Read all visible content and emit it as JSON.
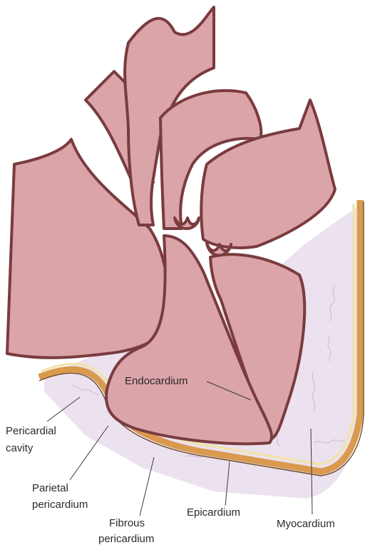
{
  "labels": {
    "endocardium": "Endocardium",
    "pericardial_cavity_line1": "Pericardial",
    "pericardial_cavity_line2": "cavity",
    "parietal_pericardium_line1": "Parietal",
    "parietal_pericardium_line2": "pericardium",
    "fibrous_pericardium_line1": "Fibrous",
    "fibrous_pericardium_line2": "pericardium",
    "epicardium": "Epicardium",
    "myocardium": "Myocardium"
  },
  "colors": {
    "chamber_fill": "#dba4a8",
    "chamber_outline": "#7a3b3f",
    "myocardium": "#ece1ee",
    "fibrous_pericardium": "#d99a4e",
    "parietal_pericardium": "#f1e3a4"
  }
}
